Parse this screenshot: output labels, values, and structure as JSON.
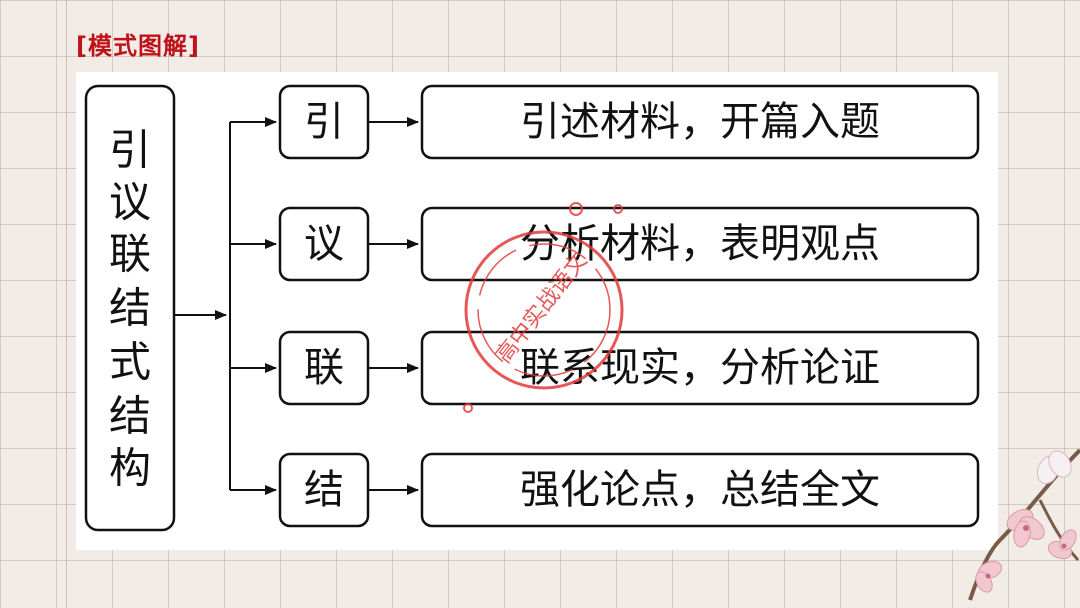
{
  "section_title": "[模式图解]",
  "root": {
    "label": "引议联结式结构",
    "chars": [
      "引",
      "议",
      "联",
      "结",
      "式",
      "结",
      "构"
    ]
  },
  "steps": [
    {
      "key": "引",
      "description": "引述材料，开篇入题"
    },
    {
      "key": "议",
      "description": "分析材料，表明观点"
    },
    {
      "key": "联",
      "description": "联系现实，分析论证"
    },
    {
      "key": "结",
      "description": "强化论点，总结全文"
    }
  ],
  "watermark": {
    "text": "高中实战语文",
    "color": "#e23b3b"
  },
  "colors": {
    "title": "#c0121b",
    "box_border": "#111111",
    "page_bg": "#f1ede6"
  }
}
